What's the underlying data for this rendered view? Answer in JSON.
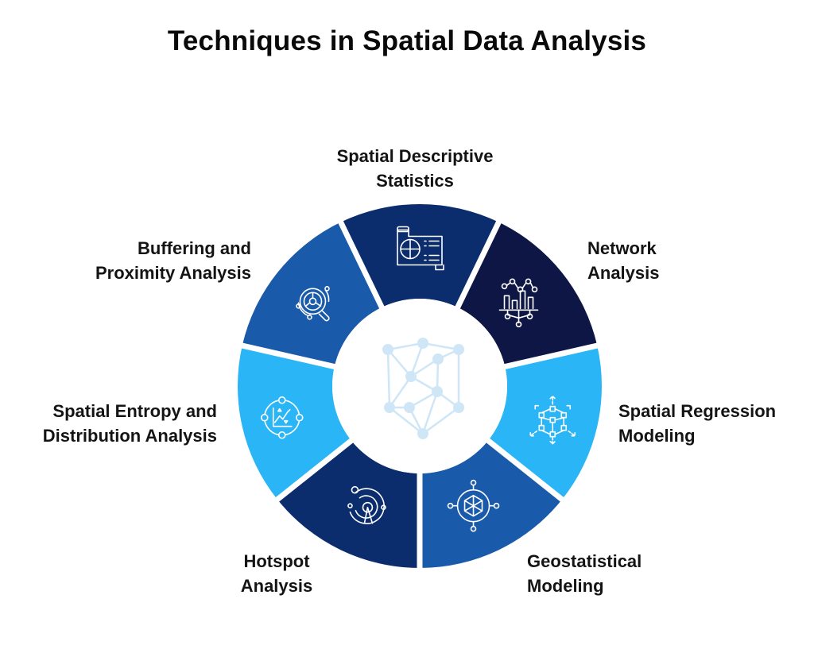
{
  "title": "Techniques in Spatial Data Analysis",
  "segments": [
    {
      "id": "spatial-descriptive-statistics",
      "lines": [
        "Spatial Descriptive",
        "Statistics"
      ],
      "color": "#0b2d6e",
      "icon": "map-chart-document-icon"
    },
    {
      "id": "network-analysis",
      "lines": [
        "Network",
        "Analysis"
      ],
      "color": "#0e1646",
      "icon": "network-bar-chart-icon"
    },
    {
      "id": "spatial-regression-modeling",
      "lines": [
        "Spatial Regression",
        "Modeling"
      ],
      "color": "#29b5f6",
      "icon": "cube-nodes-arrows-icon"
    },
    {
      "id": "geostatistical-modeling",
      "lines": [
        "Geostatistical",
        "Modeling"
      ],
      "color": "#1a5aab",
      "icon": "hexagon-compass-icon"
    },
    {
      "id": "hotspot-analysis",
      "lines": [
        "Hotspot",
        "Analysis"
      ],
      "color": "#0b2d6e",
      "icon": "radar-pin-icon"
    },
    {
      "id": "spatial-entropy-distribution-analysis",
      "lines": [
        "Spatial Entropy and",
        "Distribution Analysis"
      ],
      "color": "#29b5f6",
      "icon": "orbit-trend-chart-icon"
    },
    {
      "id": "buffering-proximity-analysis",
      "lines": [
        "Buffering and",
        "Proximity Analysis"
      ],
      "color": "#1a5aab",
      "icon": "magnifier-target-icon"
    }
  ],
  "center": {
    "icon": "network-shield-icon",
    "color": "#cfe6f7"
  },
  "icon_color": "#ffffff"
}
